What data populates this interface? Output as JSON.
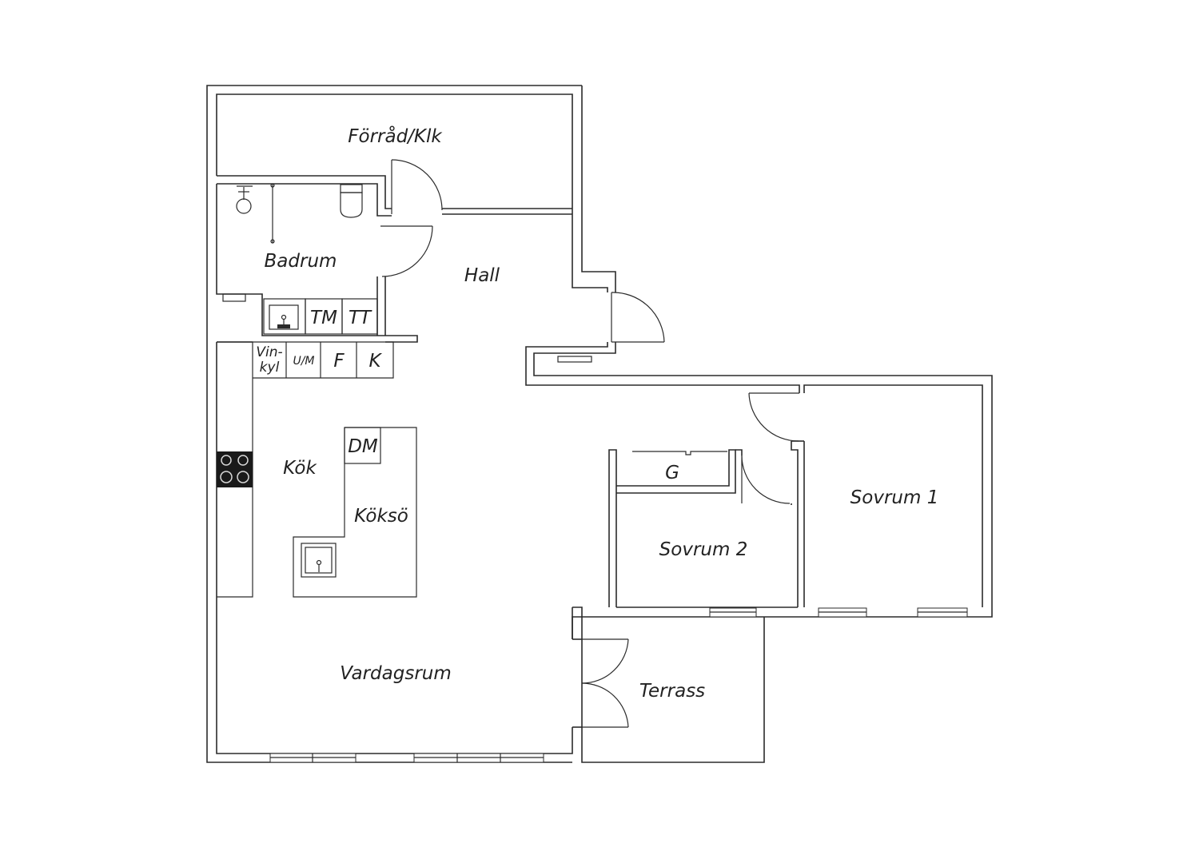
{
  "rooms": {
    "storage": "Förråd/Klk",
    "bathroom": "Badrum",
    "hall": "Hall",
    "kitchen": "Kök",
    "island": "Köksö",
    "living": "Vardagsrum",
    "bedroom1": "Sovrum 1",
    "bedroom2": "Sovrum 2",
    "terrace": "Terrass"
  },
  "fixtures": {
    "washing_machine": "TM",
    "tumble_dryer": "TT",
    "wine_cooler_line1": "Vin-",
    "wine_cooler_line2": "kyl",
    "microwave_oven": "U/M",
    "freezer": "F",
    "fridge": "K",
    "dishwasher": "DM",
    "wardrobe": "G"
  },
  "colors": {
    "wall": "#2b2b2b",
    "stove": "#1a1a1a",
    "background": "#ffffff"
  }
}
